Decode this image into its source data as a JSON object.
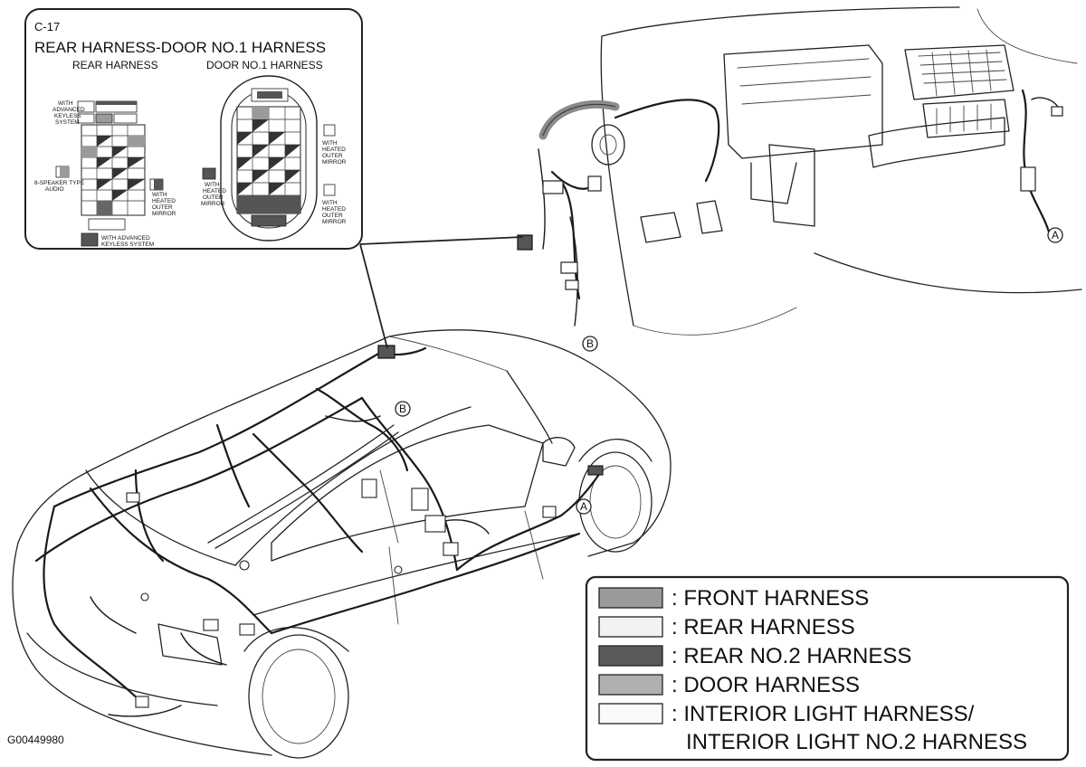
{
  "callout": {
    "code": "C-17",
    "title": "REAR HARNESS-DOOR NO.1 HARNESS",
    "left_subtitle": "REAR HARNESS",
    "right_subtitle": "DOOR NO.1 HARNESS",
    "notes": {
      "adv_keyless_top": [
        "WITH",
        "ADVANCED",
        "KEYLESS",
        "SYSTEM"
      ],
      "speaker_audio": [
        "8-SPEAKER TYPE",
        "AUDIO"
      ],
      "heated_mirror_left": [
        "WITH",
        "HEATED",
        "OUTER",
        "MIRROR"
      ],
      "adv_keyless_bottom": [
        "WITH ADVANCED",
        "KEYLESS SYSTEM"
      ],
      "heated_mirror_door_left": [
        "WITH",
        "HEATED",
        "OUTER",
        "MIRROR"
      ],
      "heated_mirror_door_right_top": [
        "WITH",
        "HEATED",
        "OUTER",
        "MIRROR"
      ],
      "heated_mirror_door_right_bottom": [
        "WITH",
        "HEATED",
        "OUTER",
        "MIRROR"
      ]
    }
  },
  "markers": {
    "a_top": "A",
    "b_top": "B",
    "b_car": "B",
    "a_car": "A"
  },
  "legend": {
    "items": [
      {
        "label": ": FRONT HARNESS",
        "color": "#9a9a9a"
      },
      {
        "label": ": REAR HARNESS",
        "color": "#f2f2f2"
      },
      {
        "label": ": REAR NO.2 HARNESS",
        "color": "#5a5a5a"
      },
      {
        "label": ": DOOR HARNESS",
        "color": "#b0b0b0"
      },
      {
        "label": ": INTERIOR LIGHT HARNESS/",
        "color": "#fafafa"
      }
    ],
    "continuation": "INTERIOR LIGHT NO.2 HARNESS"
  },
  "figure_id": "G00449980"
}
